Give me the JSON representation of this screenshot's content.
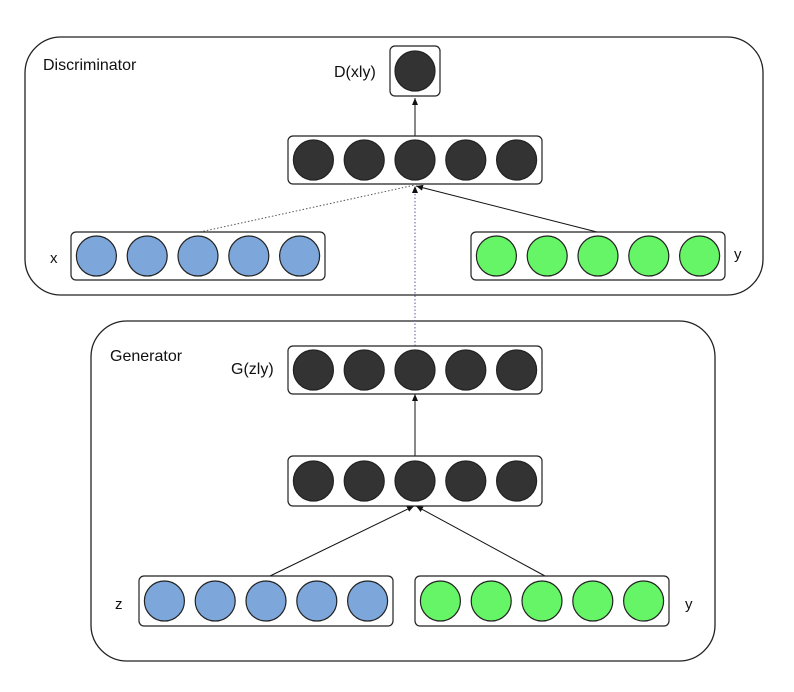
{
  "diagram": {
    "discriminator": {
      "title": "Discriminator",
      "output_label": "D(xly)",
      "input_x_label": "x",
      "input_y_label": "y"
    },
    "generator": {
      "title": "Generator",
      "output_label": "G(zly)",
      "input_z_label": "z",
      "input_y_label": "y"
    },
    "colors": {
      "dark_node": "#333333",
      "blue_node": "#7da7da",
      "green_node": "#66f566",
      "outline": "#222222",
      "panel_border": "#222222"
    }
  }
}
